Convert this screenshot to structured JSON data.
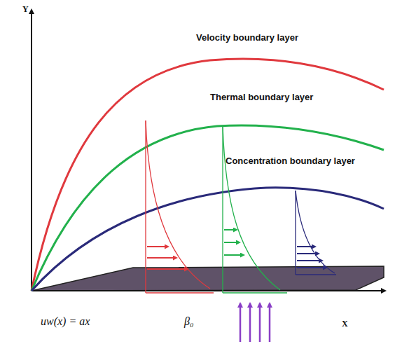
{
  "diagram": {
    "labels": [
      "Y",
      "Velocity boundary layer",
      "Thermal boundary layer",
      "Concentration boundary layer",
      "uw(x) = ax",
      "β₀",
      "X"
    ]
  }
}
